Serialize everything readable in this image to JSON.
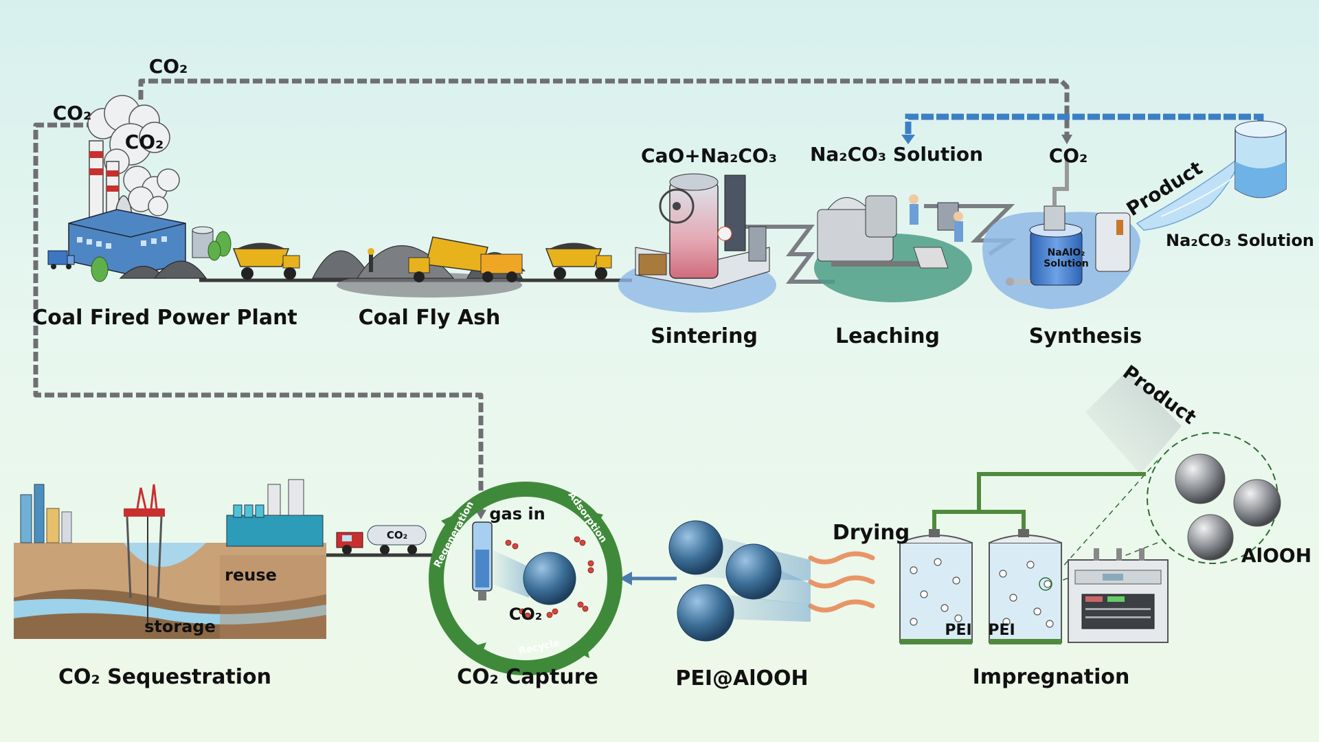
{
  "colors": {
    "pipe_gray": "#6f6f73",
    "pipe_blue": "#3d7fc4",
    "pipe_green": "#4f8a3c",
    "cycle_green": "#3f8a3a",
    "sphere_blue": "#3c6f98",
    "sphere_gray": "#8a8d92",
    "factory_blue": "#2f6fa6",
    "truck_yellow": "#e8b21c",
    "pool_blue": "#8fb9e6",
    "pool_green": "#4e9e86"
  },
  "co2_labels": {
    "top_pipe": "CO₂",
    "plant_left": "CO₂",
    "plant_smoke": "CO₂",
    "synthesis_in": "CO₂",
    "capture_out": "CO₂",
    "tanker": "CO₂"
  },
  "inputs": {
    "sintering": "CaO+Na₂CO₃",
    "leaching": "Na₂CO₃ Solution"
  },
  "stages": {
    "plant": "Coal Fired Power Plant",
    "fly_ash": "Coal Fly Ash",
    "sintering": "Sintering",
    "leaching": "Leaching",
    "synthesis": "Synthesis",
    "sequestration": "CO₂ Sequestration",
    "capture": "CO₂ Capture",
    "pei": "PEI@AlOOH",
    "impregnation": "Impregnation"
  },
  "synthesis": {
    "tank_text_1": "NaAlO₂",
    "tank_text_2": "Solution",
    "product_1": "Product",
    "product_2": "Product",
    "byproduct": "Na₂CO₃ Solution",
    "alooh": "AlOOH"
  },
  "capture": {
    "gas_in": "gas in",
    "regeneration": "Regeneration",
    "adsorption": "Adsorption",
    "recycle": "Recycle"
  },
  "sequestration": {
    "reuse": "reuse",
    "storage": "storage"
  },
  "drying": "Drying",
  "impregnation": {
    "tank_1": "PEI",
    "tank_2": "PEI"
  }
}
